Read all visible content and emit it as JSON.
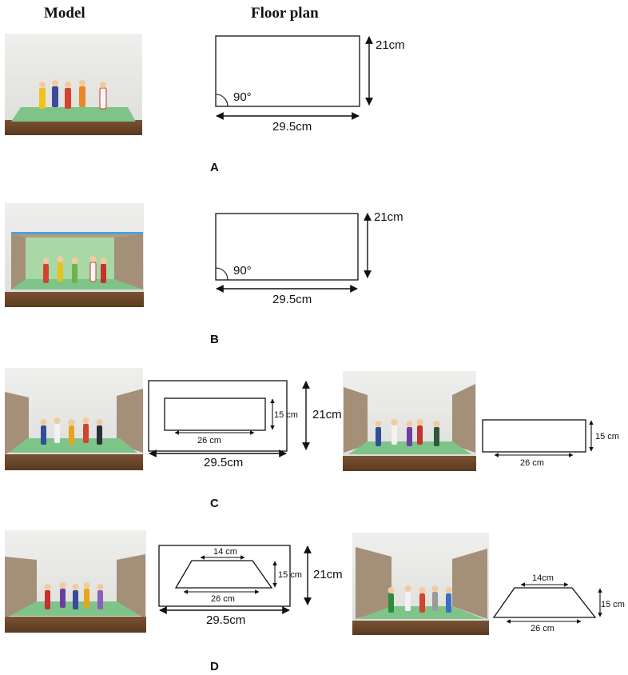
{
  "headers": {
    "model": "Model",
    "floor_plan": "Floor plan"
  },
  "colors": {
    "wall": "#e6e6e4",
    "floor_green": "#7ec489",
    "table_wood": "#6e4a2c",
    "board": "#a48f78",
    "board_edge": "#8a7660",
    "blue_edge": "#4aa3d9"
  },
  "panels": {
    "A": {
      "label": "A",
      "width": "29.5cm",
      "height": "21cm",
      "angle": "90°"
    },
    "B": {
      "label": "B",
      "width": "29.5cm",
      "height": "21cm",
      "angle": "90°"
    },
    "C": {
      "label": "C",
      "outer_width": "29.5cm",
      "outer_height": "21cm",
      "inner_width": "26 cm",
      "inner_height": "15 cm",
      "right_width": "26 cm",
      "right_height": "15 cm"
    },
    "D": {
      "label": "D",
      "outer_width": "29.5cm",
      "outer_height": "21cm",
      "top_width": "14 cm",
      "bottom_width": "26 cm",
      "height": "15 cm",
      "right_top_width": "14cm",
      "right_bottom_width": "26 cm",
      "right_height": "15 cm"
    }
  }
}
